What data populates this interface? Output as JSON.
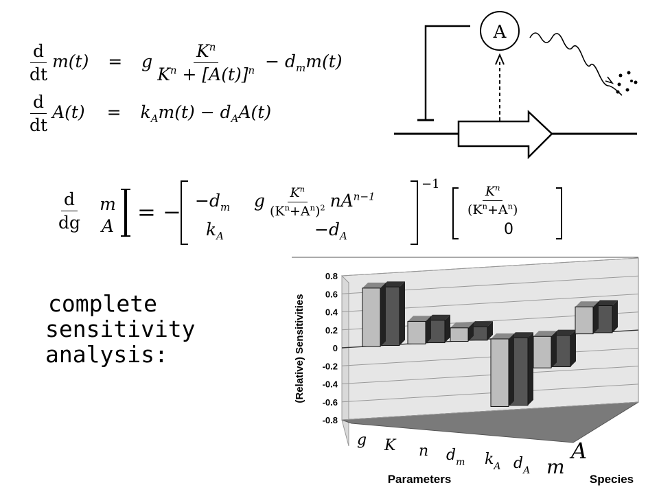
{
  "equations": {
    "ode_m": "d/dt m(t) = g Kⁿ/(Kⁿ + [A(t)]ⁿ) − d_m m(t)",
    "ode_A": "d/dt A(t) = k_A m(t) − d_A A(t)",
    "sensitivity": "d/dg [m; A] = −[−d_m, g Kⁿ/(Kⁿ+Aⁿ)² n Aⁿ⁻¹; k_A, −d_A]⁻¹ [Kⁿ/(Kⁿ+Aⁿ); 0]"
  },
  "diagram": {
    "node_label": "A"
  },
  "caption": {
    "line1": "complete",
    "line2": "sensitivity",
    "line3": "analysis:"
  },
  "chart_data": {
    "type": "bar",
    "style": "3d",
    "ylabel": "(Relative) Sensitivities",
    "xlabel": "Parameters",
    "zlabel": "Species",
    "ylim": [
      -0.8,
      0.8
    ],
    "yticks": [
      "0.8",
      "0.6",
      "0.4",
      "0.2",
      "0",
      "-0.2",
      "-0.4",
      "-0.6",
      "-0.8"
    ],
    "categories": [
      "g",
      "K",
      "n",
      "d_m",
      "k_A",
      "d_A"
    ],
    "series": [
      {
        "name": "m",
        "color": "#bdbdbd",
        "values": [
          0.65,
          0.25,
          0.15,
          -0.75,
          -0.35,
          0.3
        ]
      },
      {
        "name": "A",
        "color": "#555555",
        "values": [
          0.65,
          0.25,
          0.15,
          -0.75,
          -0.35,
          0.3
        ]
      }
    ],
    "grid": true
  }
}
